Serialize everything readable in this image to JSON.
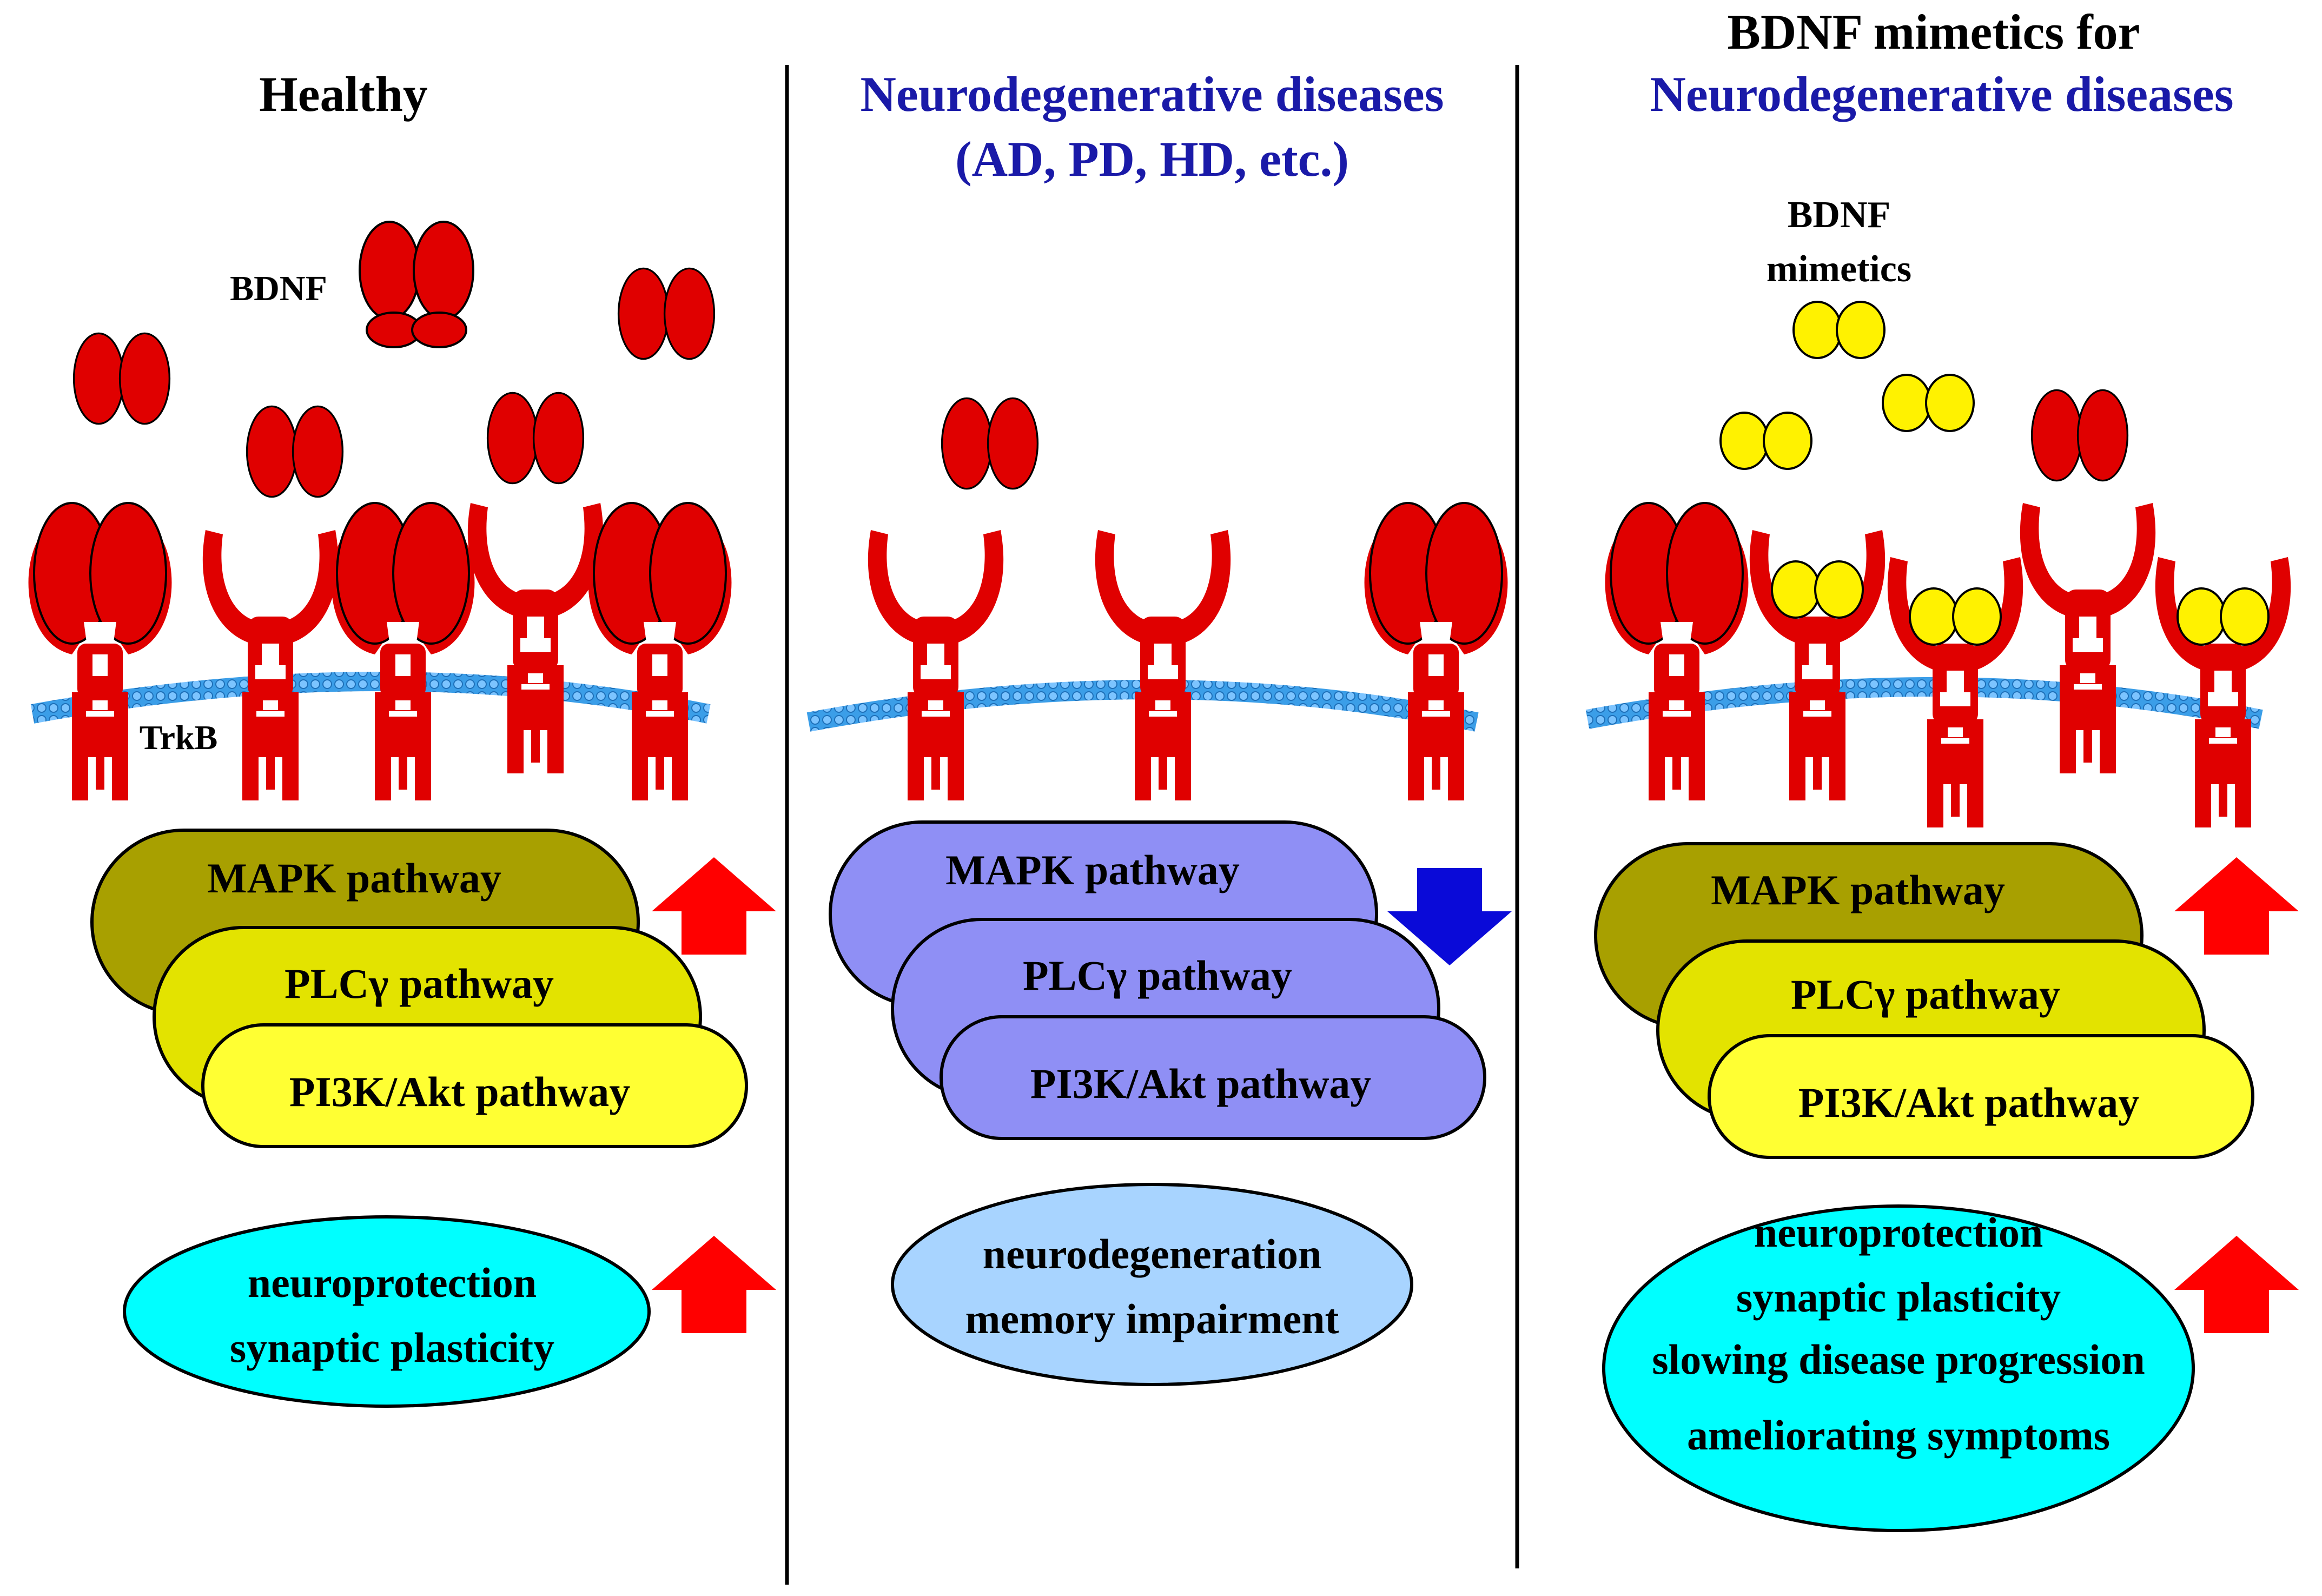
{
  "panels": {
    "healthy": {
      "title": "Healthy",
      "ligand_label": "BDNF",
      "receptor_label": "TrkB",
      "pathways": [
        "MAPK pathway",
        "PLCγ pathway",
        "PI3K/Akt pathway"
      ],
      "outcomes": [
        "neuroprotection",
        "synaptic plasticity"
      ],
      "trend": "up"
    },
    "disease": {
      "title_line1": "Neurodegenerative diseases",
      "title_line2": "(AD, PD, HD, etc.)",
      "pathways": [
        "MAPK pathway",
        "PLCγ pathway",
        "PI3K/Akt pathway"
      ],
      "outcomes": [
        "neurodegeneration",
        "memory impairment"
      ],
      "trend": "down"
    },
    "mimetics": {
      "title_line1": "BDNF mimetics for",
      "title_line2": "Neurodegenerative diseases",
      "ligand_label_line1": "BDNF",
      "ligand_label_line2": "mimetics",
      "pathways": [
        "MAPK pathway",
        "PLCγ pathway",
        "PI3K/Akt pathway"
      ],
      "outcomes": [
        "neuroprotection",
        "synaptic plasticity",
        "slowing disease progression",
        "ameliorating symptoms"
      ],
      "trend": "up"
    }
  },
  "colors": {
    "bdnf": "#e00000",
    "mimetic": "#fff200",
    "membrane": "#3b9ee8",
    "mapk": "#a8a000",
    "plc": "#e3e300",
    "pi3k": "#ffff33",
    "disease_pathway": "#8f8ff5",
    "outcome_healthy": "#00ffff",
    "outcome_disease": "#a8d4ff",
    "arrow_up": "#ff0000",
    "arrow_down": "#0a0ad8",
    "disease_title": "#1a1aa8"
  }
}
